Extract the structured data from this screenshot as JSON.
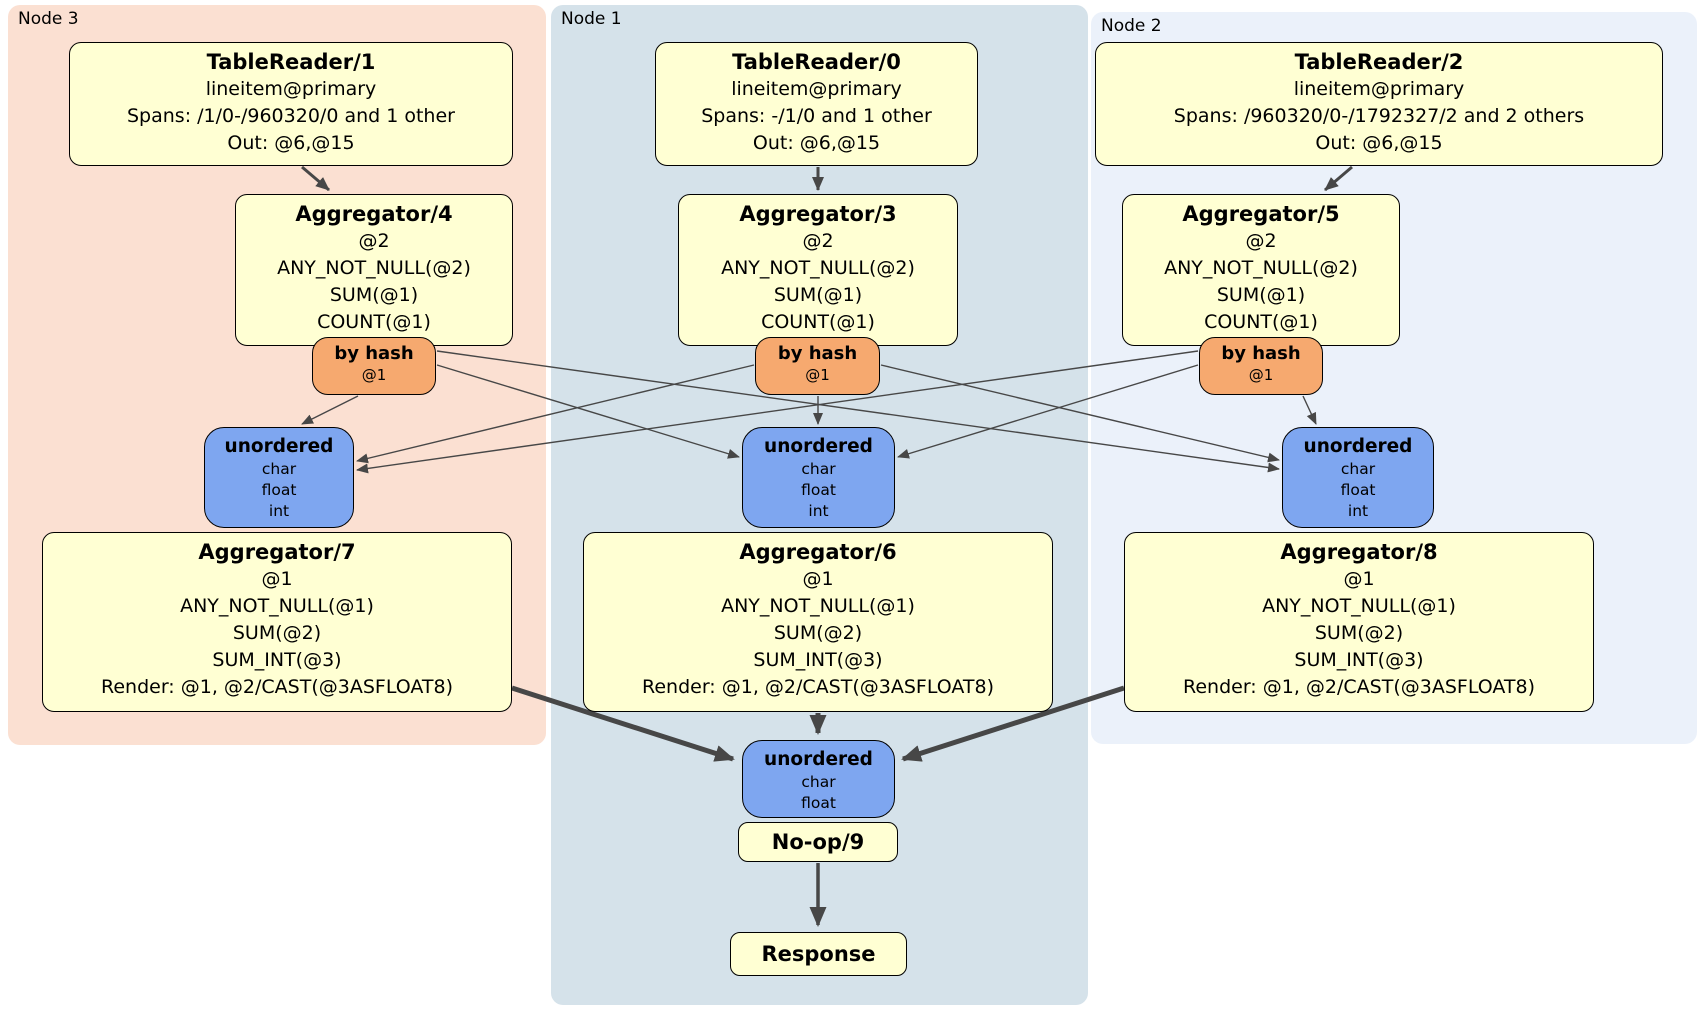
{
  "regions": [
    {
      "id": "node3",
      "label": "Node 3"
    },
    {
      "id": "node1",
      "label": "Node 1"
    },
    {
      "id": "node2",
      "label": "Node 2"
    }
  ],
  "boxes": {
    "tr1": {
      "title": "TableReader/1",
      "lines": [
        "lineitem@primary",
        "Spans: /1/0-/960320/0 and 1 other",
        "Out: @6,@15"
      ]
    },
    "tr0": {
      "title": "TableReader/0",
      "lines": [
        "lineitem@primary",
        "Spans: -/1/0 and 1 other",
        "Out: @6,@15"
      ]
    },
    "tr2": {
      "title": "TableReader/2",
      "lines": [
        "lineitem@primary",
        "Spans: /960320/0-/1792327/2 and 2 others",
        "Out: @6,@15"
      ]
    },
    "agg4": {
      "title": "Aggregator/4",
      "lines": [
        "@2",
        "ANY_NOT_NULL(@2)",
        "SUM(@1)",
        "COUNT(@1)"
      ]
    },
    "agg3": {
      "title": "Aggregator/3",
      "lines": [
        "@2",
        "ANY_NOT_NULL(@2)",
        "SUM(@1)",
        "COUNT(@1)"
      ]
    },
    "agg5": {
      "title": "Aggregator/5",
      "lines": [
        "@2",
        "ANY_NOT_NULL(@2)",
        "SUM(@1)",
        "COUNT(@1)"
      ]
    },
    "router_left": {
      "title": "by hash",
      "lines": [
        "@1"
      ]
    },
    "router_center": {
      "title": "by hash",
      "lines": [
        "@1"
      ]
    },
    "router_right": {
      "title": "by hash",
      "lines": [
        "@1"
      ]
    },
    "sync_left": {
      "title": "unordered",
      "lines": [
        "char",
        "float",
        "int"
      ]
    },
    "sync_center": {
      "title": "unordered",
      "lines": [
        "char",
        "float",
        "int"
      ]
    },
    "sync_right": {
      "title": "unordered",
      "lines": [
        "char",
        "float",
        "int"
      ]
    },
    "agg7": {
      "title": "Aggregator/7",
      "lines": [
        "@1",
        "ANY_NOT_NULL(@1)",
        "SUM(@2)",
        "SUM_INT(@3)",
        "Render: @1, @2/CAST(@3ASFLOAT8)"
      ]
    },
    "agg6": {
      "title": "Aggregator/6",
      "lines": [
        "@1",
        "ANY_NOT_NULL(@1)",
        "SUM(@2)",
        "SUM_INT(@3)",
        "Render: @1, @2/CAST(@3ASFLOAT8)"
      ]
    },
    "agg8": {
      "title": "Aggregator/8",
      "lines": [
        "@1",
        "ANY_NOT_NULL(@1)",
        "SUM(@2)",
        "SUM_INT(@3)",
        "Render: @1, @2/CAST(@3ASFLOAT8)"
      ]
    },
    "sync_final": {
      "title": "unordered",
      "lines": [
        "char",
        "float"
      ]
    },
    "noop": {
      "title": "No-op/9"
    },
    "response": {
      "title": "Response"
    }
  },
  "colors": {
    "node3_bg": "#fbe0d2",
    "node1_bg": "#d5e2ea",
    "node2_bg": "#ebf1fa",
    "processor_bg": "#ffffd3",
    "router_bg": "#f6a96f",
    "sync_bg": "#7ea6f0",
    "box_border": "#000000",
    "edge": "#474747"
  }
}
